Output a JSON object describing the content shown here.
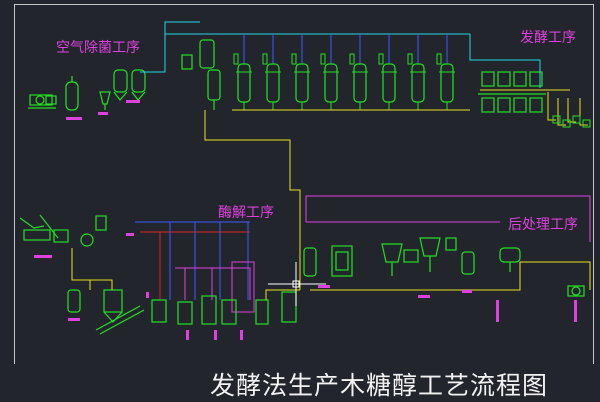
{
  "labels": {
    "air_sterilization": "空气除菌工序",
    "fermentation": "发酵工序",
    "enzymolysis": "酶解工序",
    "post_processing": "后处理工序"
  },
  "title": "发酵法生产木糖醇工艺流程图",
  "colors": {
    "background": "#22262c",
    "equipment": "#22e022",
    "pipe_yellow": "#e8e020",
    "pipe_cyan": "#20d8e8",
    "pipe_blue": "#3a5cff",
    "pipe_magenta": "#e040e0",
    "pipe_red": "#e02020",
    "text_magenta": "#e040e0",
    "text_white": "#f2f2f2"
  },
  "fermenter_count": 8
}
